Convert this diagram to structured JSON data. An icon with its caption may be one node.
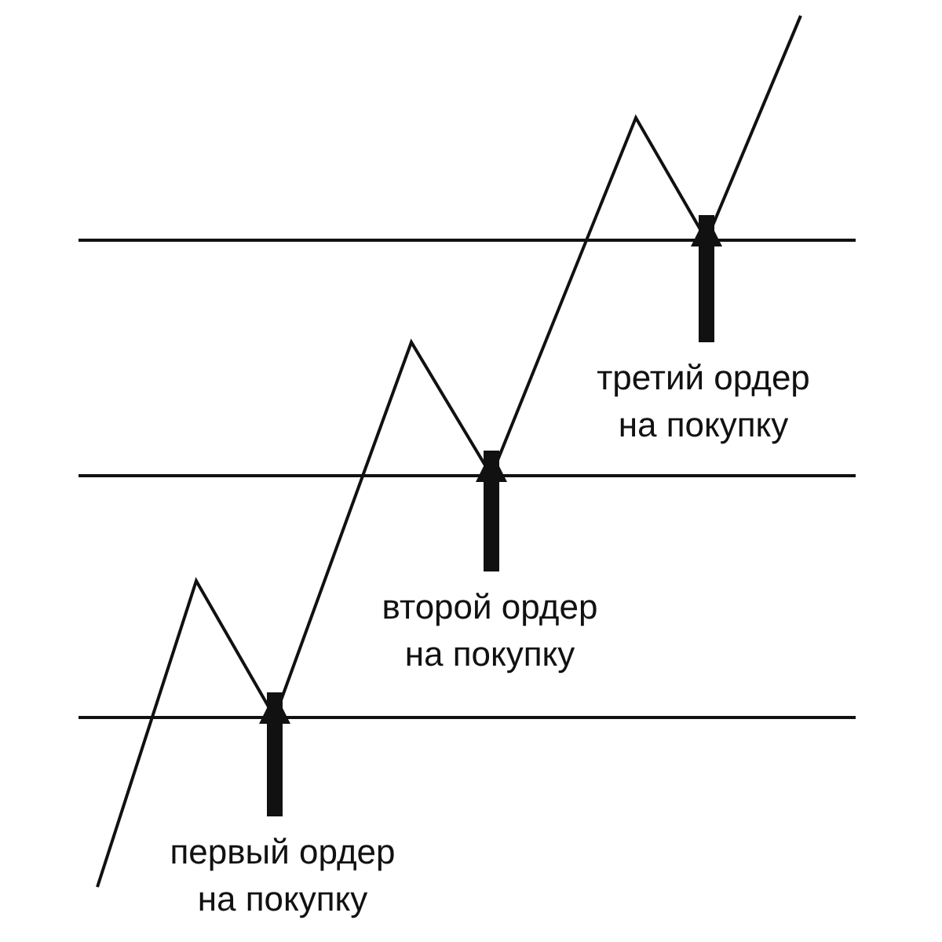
{
  "diagram": {
    "nodes": [
      {
        "text": [
          "первый ордер на покупку"
        ]
      },
      {
        "text": [
          "второй ордер на покупку"
        ]
      },
      {
        "text": [
          "третий ордер на покупку"
        ]
      }
    ],
    "edges": [
      {
        "from": 0,
        "to": null,
        "arrow": "to"
      },
      {
        "from": 1,
        "to": null,
        "arrow": "to"
      },
      {
        "from": 2,
        "to": null,
        "arrow": "to"
      }
    ]
  }
}
